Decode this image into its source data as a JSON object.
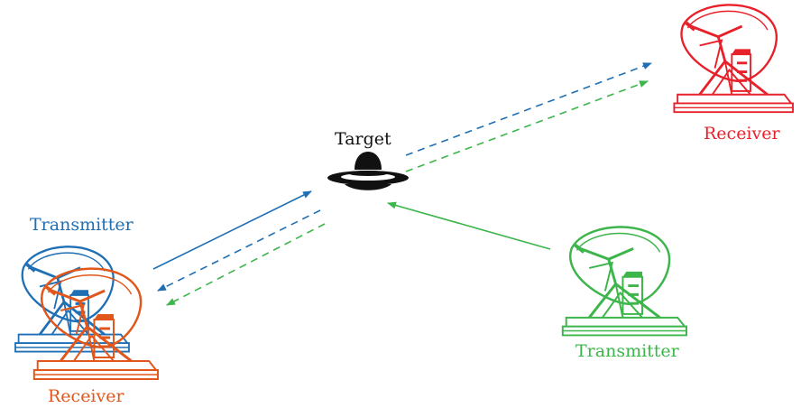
{
  "target": {
    "label": "Target"
  },
  "stations": {
    "tx_blue": {
      "label": "Transmitter",
      "color": "#1f6fb5"
    },
    "rx_orange": {
      "label": "Receiver",
      "color": "#e0561b"
    },
    "rx_red": {
      "label": "Receiver",
      "color": "#e8202a"
    },
    "tx_green": {
      "label": "Transmitter",
      "color": "#3cb54a"
    }
  },
  "colors": {
    "target": "#111111",
    "background": "#ffffff"
  },
  "icons": {
    "target": "ufo-icon",
    "antenna": "satellite-dish-icon"
  }
}
